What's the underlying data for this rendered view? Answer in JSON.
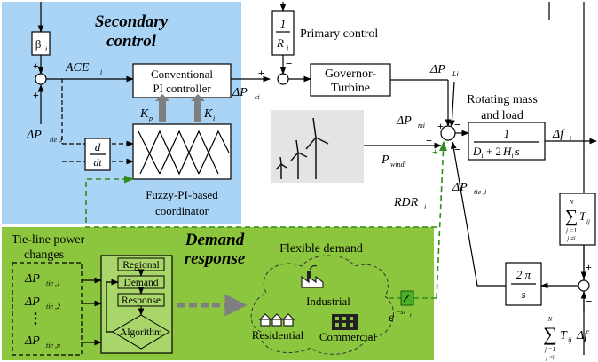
{
  "secondary": {
    "title_line1": "Secondary",
    "title_line2": "control",
    "beta": "β",
    "beta_sub": "i",
    "ace": "ACE",
    "ace_sub": "i",
    "dp_tie": "ΔP",
    "dp_tie_sub": "tie ,i",
    "deriv_num": "d",
    "deriv_den": "dt",
    "pi_line1": "Conventional",
    "pi_line2": "PI controller",
    "kp": "K",
    "kp_sub": "p",
    "ki": "K",
    "ki_sub": "i",
    "fuzzy_line1": "Fuzzy-PI-based",
    "fuzzy_line2": "coordinator",
    "dpc": "ΔP",
    "dpc_sub": "ci"
  },
  "primary": {
    "label": "Primary control",
    "num": "1",
    "den": "R",
    "den_sub": "i"
  },
  "governor": {
    "line1": "Governor-",
    "line2": "Turbine"
  },
  "plant": {
    "dpl": "ΔP",
    "dpl_sub": "Li",
    "dpm": "ΔP",
    "dpm_sub": "mi",
    "pwind": "P",
    "pwind_sub": "windi",
    "rdr": "RDR",
    "rdr_sub": "i",
    "dptie": "ΔP",
    "dptie_sub": "tie ,i",
    "mass_line1": "Rotating mass",
    "mass_line2": "and load",
    "mass_num": "1",
    "mass_den": "D",
    "mass_den_sub1": "i",
    "mass_den_mid": " + 2",
    "mass_den_h": "H",
    "mass_den_sub2": "i",
    "mass_den_s": "s",
    "df": "Δf",
    "df_sub": "i",
    "tsum_T": "T",
    "tsum_sub": "ij",
    "tsum_top": "N",
    "tsum_bot1": "j =1",
    "tsum_bot2": "j ≠i",
    "twopi_num": "2 π",
    "twopi_den": "s",
    "sum_label_T": "T",
    "sum_label_sub": "ij",
    "sum_label_df": "Δf",
    "sum_label_top": "N",
    "sum_label_bot1": "j =1",
    "sum_label_bot2": "j ≠i"
  },
  "demand": {
    "title_line1": "Demand",
    "title_line2": "response",
    "tie_title_line1": "Tie-line power",
    "tie_title_line2": "changes",
    "tie_items": [
      {
        "main": "ΔP",
        "sub": "tie ,1"
      },
      {
        "main": "ΔP",
        "sub": "tie ,2"
      },
      {
        "main": "ΔP",
        "sub": "tie ,n"
      }
    ],
    "dots": "⋮",
    "alg_regional": "Regional",
    "alg_demand": "Demand",
    "alg_response": "Response",
    "alg_algorithm": "Algorithm",
    "flex_title": "Flexible demand",
    "industrial": "Industrial",
    "residential": "Residential",
    "commercial": "Commercial",
    "delay": "e",
    "delay_exp": "−sτ",
    "delay_exp_sub": "i"
  },
  "signs": {
    "plus": "+",
    "minus": "−"
  },
  "colors": {
    "secondary_bg": "#a9d4f5",
    "demand_bg": "#8cc63e",
    "alg_bg": "#a8d66a",
    "green_line": "#2e8b1c",
    "gray_arrow": "#7f7f7f",
    "filter_bg": "#4caf2a"
  }
}
